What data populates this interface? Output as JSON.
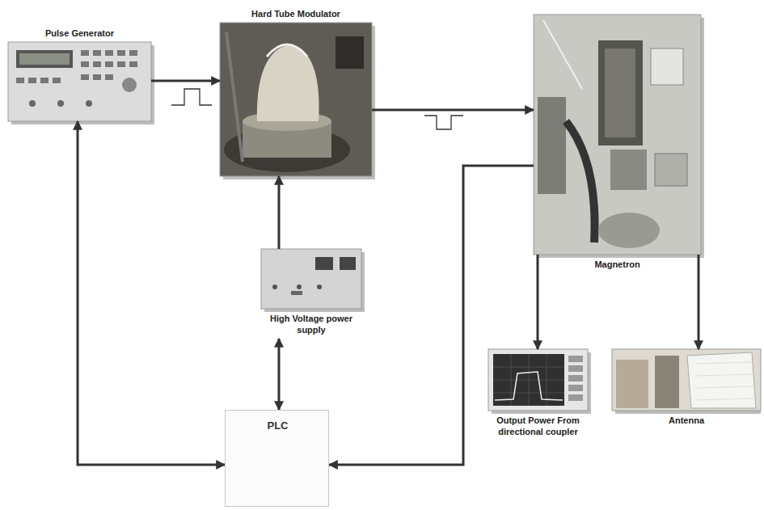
{
  "diagram": {
    "nodes": [
      {
        "text": [
          "Pulse Generator"
        ]
      },
      {
        "text": [
          "Hard Tube Modulator"
        ]
      },
      {
        "text": [
          "Magnetron"
        ]
      },
      {
        "text": [
          "High Voltage power supply"
        ]
      },
      {
        "text": [
          "Output Power From directional coupler"
        ]
      },
      {
        "text": [
          "Antenna"
        ]
      },
      {
        "text": [
          "PLC"
        ]
      }
    ],
    "edges": [
      {
        "from": 0,
        "to": 1,
        "arrow": "to"
      },
      {
        "from": 1,
        "to": 2,
        "arrow": "to"
      },
      {
        "from": 3,
        "to": 1,
        "arrow": "to"
      },
      {
        "from": 3,
        "to": 6,
        "arrow": "both"
      },
      {
        "from": 0,
        "to": 6,
        "arrow": "both"
      },
      {
        "from": 2,
        "to": 6,
        "arrow": "to"
      },
      {
        "from": 2,
        "to": 4,
        "arrow": "to"
      },
      {
        "from": 2,
        "to": 5,
        "arrow": "to"
      }
    ]
  }
}
